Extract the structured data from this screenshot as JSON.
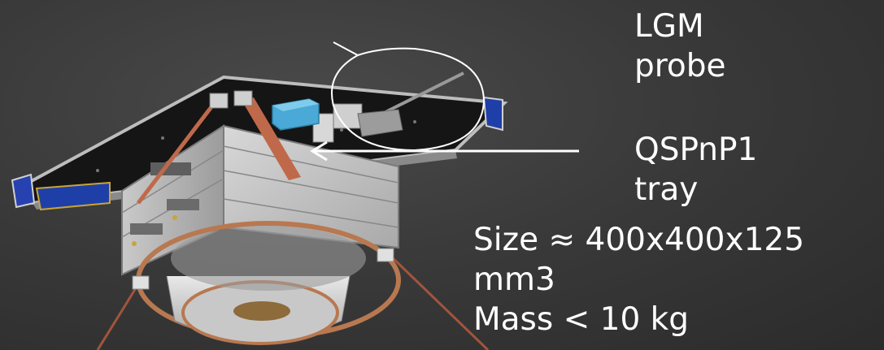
{
  "annotations": {
    "lgm_probe": {
      "line1": "LGM",
      "line2": "probe"
    },
    "tray": {
      "line1": "QSPnP1",
      "line2": "tray"
    },
    "specs": {
      "size_line1": "Size ≈ 400x400x125",
      "size_line2": "mm3",
      "mass": "Mass < 10 kg"
    }
  },
  "colors": {
    "background": "#3a3a3a",
    "text": "#ffffff",
    "solar_panel": "#1f3fa8",
    "payload_box": "#4aa9d6",
    "strap": "#c0694a",
    "adapter_ring": "#b87850"
  },
  "icons": [
    "speech-bubble-icon",
    "arrow-left-icon"
  ]
}
